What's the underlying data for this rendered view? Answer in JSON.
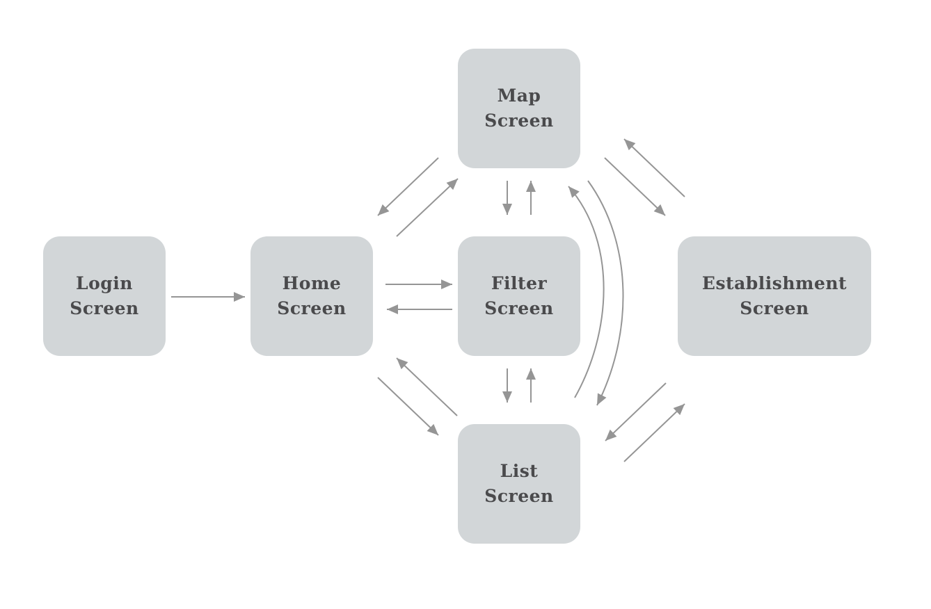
{
  "nodes": {
    "login": {
      "line1": "Login",
      "line2": "Screen"
    },
    "home": {
      "line1": "Home",
      "line2": "Screen"
    },
    "filter": {
      "line1": "Filter",
      "line2": "Screen"
    },
    "map": {
      "line1": "Map",
      "line2": "Screen"
    },
    "list": {
      "line1": "List",
      "line2": "Screen"
    },
    "establishment": {
      "line1": "Establishment",
      "line2": "Screen"
    }
  },
  "edges": [
    {
      "from": "login",
      "to": "home"
    },
    {
      "from": "home",
      "to": "filter"
    },
    {
      "from": "filter",
      "to": "home"
    },
    {
      "from": "map",
      "to": "home"
    },
    {
      "from": "home",
      "to": "map"
    },
    {
      "from": "home",
      "to": "list"
    },
    {
      "from": "list",
      "to": "home"
    },
    {
      "from": "map",
      "to": "filter"
    },
    {
      "from": "filter",
      "to": "map"
    },
    {
      "from": "filter",
      "to": "list"
    },
    {
      "from": "list",
      "to": "filter"
    },
    {
      "from": "list",
      "to": "map"
    },
    {
      "from": "map",
      "to": "list"
    },
    {
      "from": "map",
      "to": "establishment"
    },
    {
      "from": "establishment",
      "to": "map"
    },
    {
      "from": "establishment",
      "to": "list"
    },
    {
      "from": "list",
      "to": "establishment"
    }
  ],
  "colors": {
    "node_fill": "#d2d6d8",
    "node_text": "#4a4a4c",
    "edge": "#959595",
    "background": "#ffffff"
  }
}
